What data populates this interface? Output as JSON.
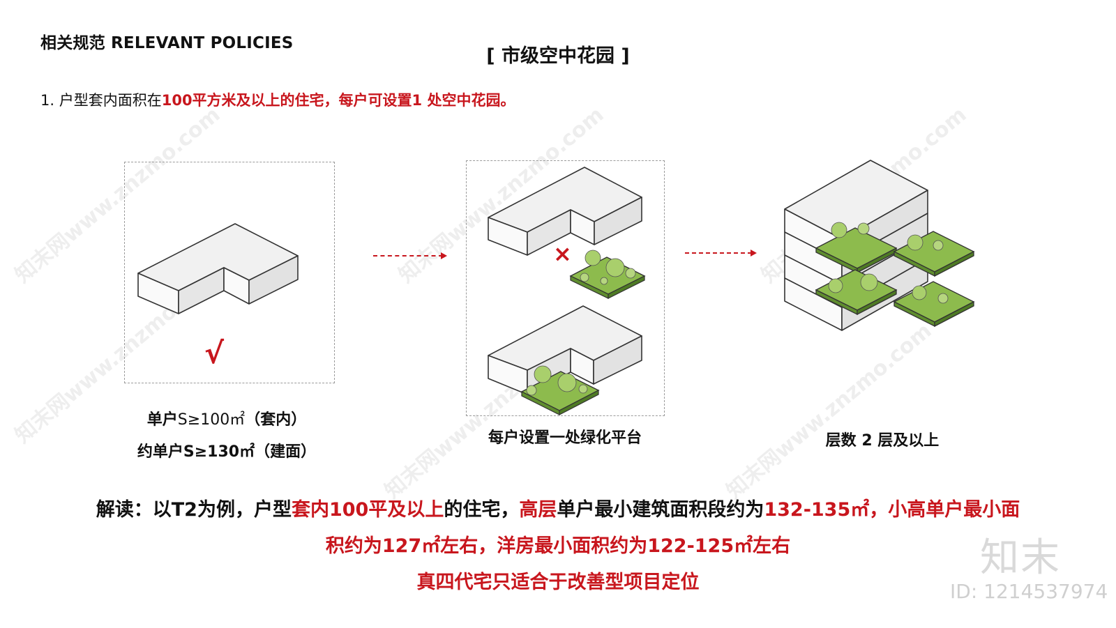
{
  "header": {
    "section_title": "相关规范 RELEVANT POLICIES",
    "page_title": "[ 市级空中花园 ]"
  },
  "rule": {
    "prefix": "1. 户型套内面积在",
    "highlight": "100平方米及以上的住宅，每户可设置1 处空中花园。"
  },
  "diagrams": {
    "check_mark": "√",
    "cross_mark": "×",
    "caption1_line1_a": "单户",
    "caption1_line1_b": "S≥100㎡",
    "caption1_line1_c": "（套内）",
    "caption1_line2": "约单户S≥130㎡（建面）",
    "caption2": "每户设置一处绿化平台",
    "caption3": "层数 2 层及以上"
  },
  "interpretation": {
    "line1": [
      {
        "text": "解读：以T2为例，户型",
        "red": false
      },
      {
        "text": "套内100平及以上",
        "red": true
      },
      {
        "text": "的住宅，",
        "red": false
      },
      {
        "text": "高层",
        "red": true
      },
      {
        "text": "单户最小建筑面积段约为",
        "red": false
      },
      {
        "text": "132-135㎡，小高单户最小面",
        "red": true
      }
    ],
    "line2": "积约为127㎡左右，洋房最小面积约为122-125㎡左右",
    "line3": "真四代宅只适合于改善型项目定位"
  },
  "watermark": {
    "logo": "知末",
    "id": "ID: 1214537974",
    "diagonal": "知末网www.znzmo.com"
  },
  "colors": {
    "accent_red": "#c8161d",
    "block_top": "#f1f1f1",
    "block_front": "#fafafa",
    "block_side": "#e2e2e2",
    "green": "#8dbb4d",
    "green_dark": "#5f8d2e"
  }
}
